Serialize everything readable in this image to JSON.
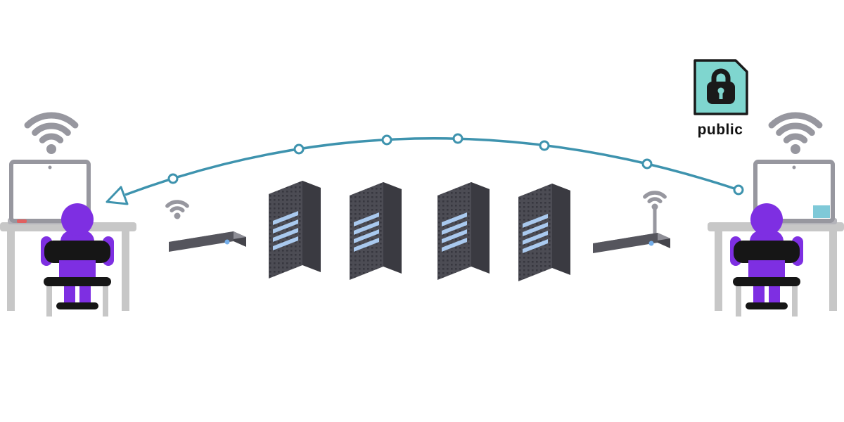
{
  "labels": {
    "public_key_caption": "public"
  },
  "palette": {
    "accent_teal": "#3E93AE",
    "person_purple": "#7E2FE2",
    "server_front": "#4C4C54",
    "server_side": "#3A3A41",
    "server_top": "#74747C",
    "server_stripe_blue": "#A9C9EE",
    "router_top_gray": "#8E8E96",
    "router_front_gray": "#55555D",
    "wifi_gray": "#97979F",
    "desk_gray": "#C7C7C7",
    "chair_black": "#161616",
    "key_card_teal": "#7FD6CF",
    "router_led_blue": "#74AEEA",
    "laptop_led_red": "#E06060",
    "laptop_screen_patch_teal": "#7FC9D8",
    "screen_white": "#FFFFFF"
  },
  "icons": [
    {
      "name": "wifi-icon-left",
      "depicts": "wifi signal above left laptop"
    },
    {
      "name": "wifi-icon-right",
      "depicts": "wifi signal above right laptop"
    },
    {
      "name": "router-left-wifi-icon",
      "depicts": "small wifi signal above left router"
    },
    {
      "name": "router-right-antenna-icon",
      "depicts": "antenna mast broadcasting signal on right router"
    },
    {
      "name": "public-key-icon",
      "depicts": "padlock on teal key card with clipped corner"
    }
  ],
  "diagram": {
    "nodes": [
      {
        "id": "user-left",
        "type": "person-at-laptop-desk"
      },
      {
        "id": "router-left",
        "type": "wireless-router"
      },
      {
        "id": "server-1",
        "type": "server-tower"
      },
      {
        "id": "server-2",
        "type": "server-tower"
      },
      {
        "id": "server-3",
        "type": "server-tower"
      },
      {
        "id": "server-4",
        "type": "server-tower"
      },
      {
        "id": "router-right",
        "type": "wireless-router-with-antenna"
      },
      {
        "id": "user-right",
        "type": "person-at-laptop-desk"
      },
      {
        "id": "public-key",
        "type": "key-badge",
        "caption": "public"
      }
    ],
    "connection": {
      "from": "user-right",
      "to": "user-left",
      "style": "teal curved line over the servers with circular waypoints and an open triangular arrowhead at the left laptop",
      "waypoint_circle_count": 7,
      "color": "#3E93AE"
    }
  }
}
